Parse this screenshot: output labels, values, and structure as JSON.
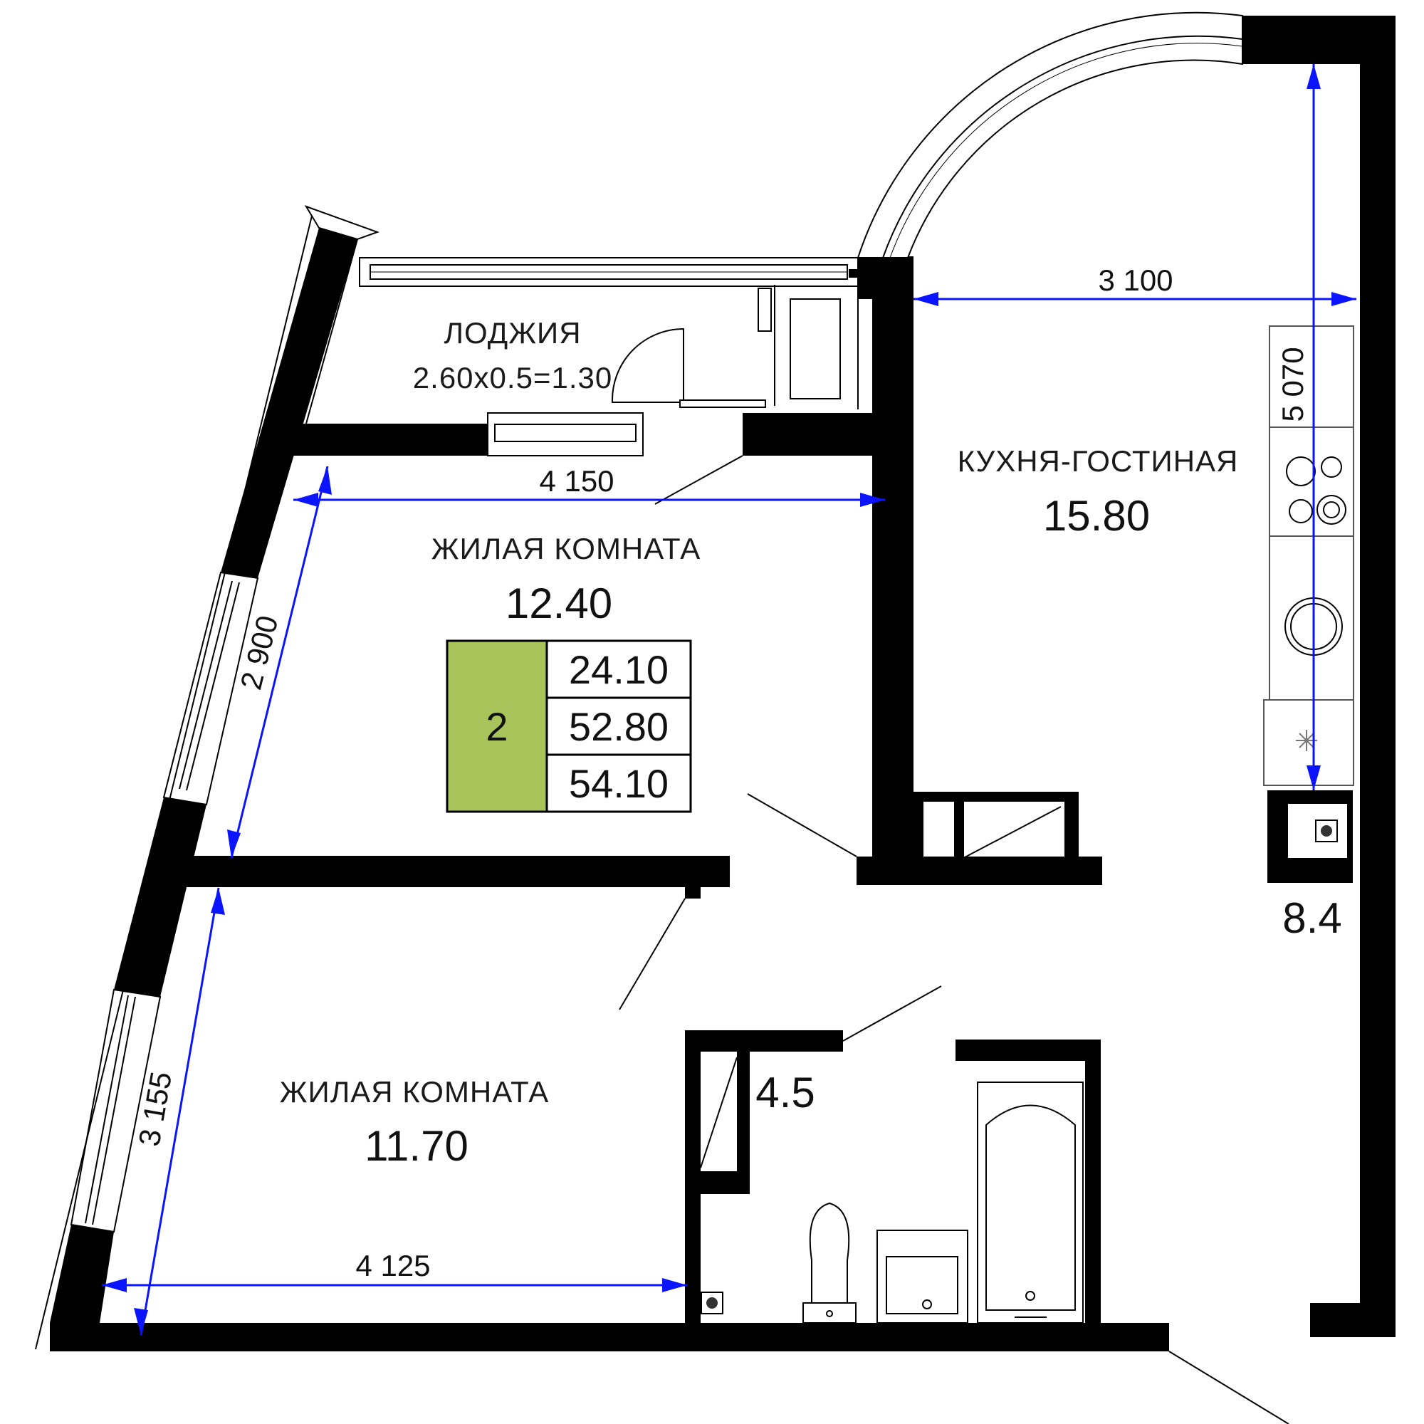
{
  "colors": {
    "wall": "#000000",
    "dimension": "#0a14ff",
    "rooms_badge": "#a8c45a"
  },
  "rooms": {
    "loggia": {
      "name": "ЛОДЖИЯ",
      "area": "2.60x0.5=1.30"
    },
    "living_room_1": {
      "name": "ЖИЛАЯ КОМНАТА",
      "area": "12.40"
    },
    "living_room_2": {
      "name": "ЖИЛАЯ КОМНАТА",
      "area": "11.70"
    },
    "kitchen": {
      "name": "КУХНЯ-ГОСТИНАЯ",
      "area": "15.80"
    },
    "bathroom": {
      "area": "4.5"
    },
    "hallway": {
      "area": "8.4"
    }
  },
  "dimensions": {
    "kitchen_width": "3 100",
    "kitchen_length": "5 070",
    "room1_width": "4 150",
    "room1_depth": "2 900",
    "room2_depth": "3 155",
    "room2_width": "4 125"
  },
  "summary": {
    "rooms_count": "2",
    "living_area": "24.10",
    "total_area": "52.80",
    "total_with_loggia": "54.10"
  },
  "icons": [
    "stove-icon",
    "sink-icon",
    "toilet-icon",
    "bathtub-icon",
    "washbasin-icon",
    "riser-icon"
  ]
}
